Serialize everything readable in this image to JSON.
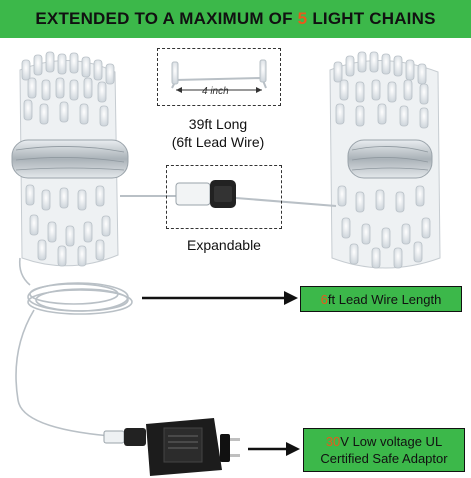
{
  "banner": {
    "prefix": "EXTENDED TO A MAXIMUM OF",
    "number": "5",
    "suffix": "LIGHT CHAINS"
  },
  "spacing_label": "4 inch",
  "length_caption": {
    "line1": "39ft Long",
    "line2": "(6ft Lead Wire)"
  },
  "expandable_label": "Expandable",
  "lead_wire_tag": {
    "number": "6",
    "text": "ft Lead Wire Length"
  },
  "adaptor_tag": {
    "number": "30",
    "line1_rest": "V Low voltage UL",
    "line2": "Certified Safe Adaptor"
  },
  "colors": {
    "banner_green": "#3cb84a",
    "highlight_orange": "#e8591c"
  }
}
